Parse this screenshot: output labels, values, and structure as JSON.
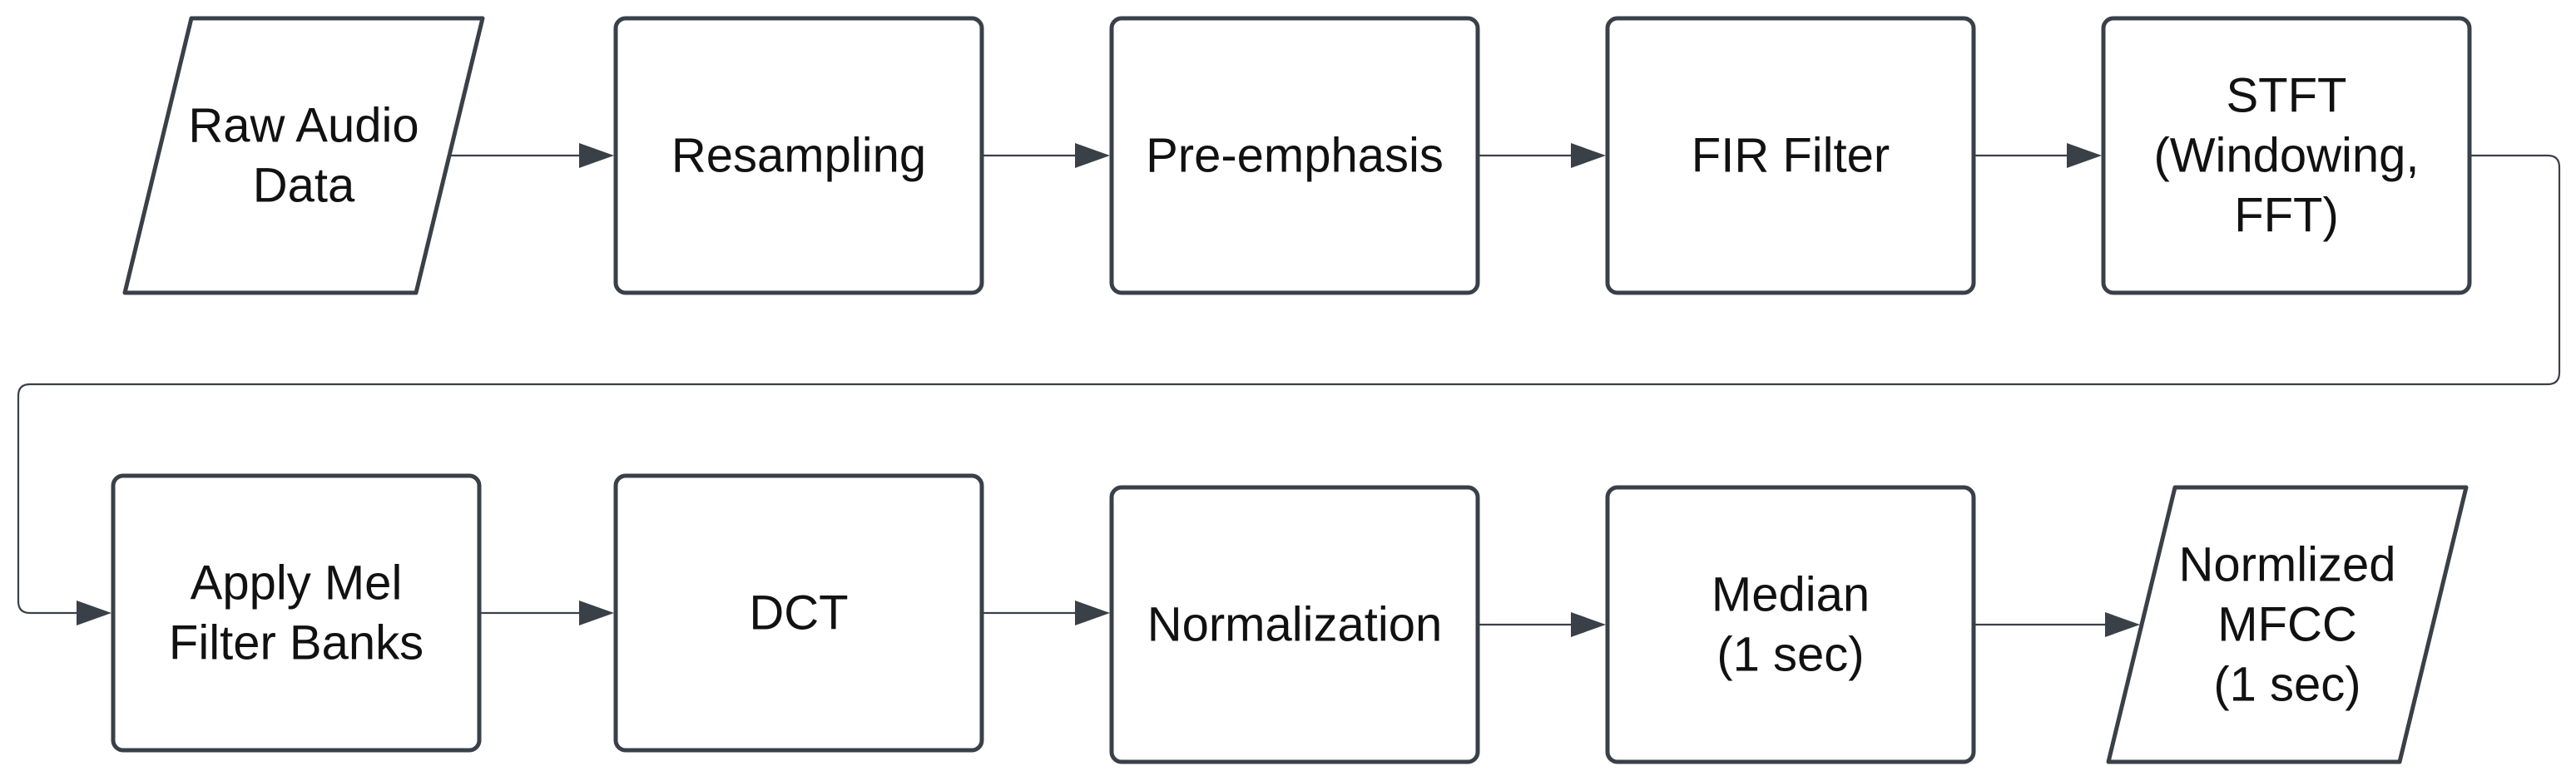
{
  "nodes": [
    {
      "id": "raw-audio-data",
      "shape": "parallelogram",
      "lines": [
        "Raw Audio",
        "Data"
      ]
    },
    {
      "id": "resampling",
      "shape": "rectangle",
      "lines": [
        "Resampling"
      ]
    },
    {
      "id": "pre-emphasis",
      "shape": "rectangle",
      "lines": [
        "Pre-emphasis"
      ]
    },
    {
      "id": "fir-filter",
      "shape": "rectangle",
      "lines": [
        "FIR Filter"
      ]
    },
    {
      "id": "stft",
      "shape": "rectangle",
      "lines": [
        "STFT",
        "(Windowing,",
        "FFT)"
      ]
    },
    {
      "id": "apply-mel-filter-banks",
      "shape": "rectangle",
      "lines": [
        "Apply Mel",
        "Filter Banks"
      ]
    },
    {
      "id": "dct",
      "shape": "rectangle",
      "lines": [
        "DCT"
      ]
    },
    {
      "id": "normalization",
      "shape": "rectangle",
      "lines": [
        "Normalization"
      ]
    },
    {
      "id": "median",
      "shape": "rectangle",
      "lines": [
        "Median",
        "(1 sec)"
      ]
    },
    {
      "id": "normalized-mfcc",
      "shape": "parallelogram",
      "lines": [
        "Normlized",
        "MFCC",
        "(1 sec)"
      ]
    }
  ],
  "edges": [
    {
      "from": "raw-audio-data",
      "to": "resampling"
    },
    {
      "from": "resampling",
      "to": "pre-emphasis"
    },
    {
      "from": "pre-emphasis",
      "to": "fir-filter"
    },
    {
      "from": "fir-filter",
      "to": "stft"
    },
    {
      "from": "stft",
      "to": "apply-mel-filter-banks"
    },
    {
      "from": "apply-mel-filter-banks",
      "to": "dct"
    },
    {
      "from": "dct",
      "to": "normalization"
    },
    {
      "from": "normalization",
      "to": "median"
    },
    {
      "from": "median",
      "to": "normalized-mfcc"
    }
  ],
  "colors": {
    "stroke": "#3a4048",
    "text": "#111111",
    "background": "#ffffff"
  }
}
